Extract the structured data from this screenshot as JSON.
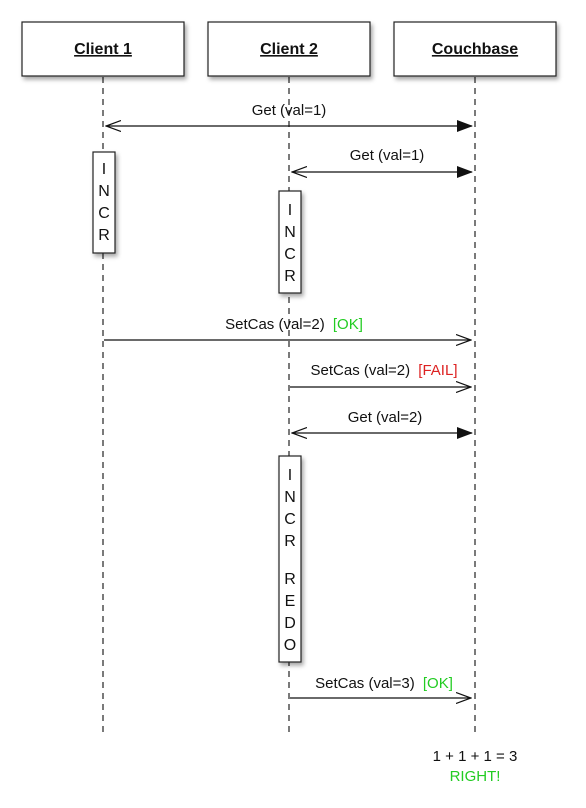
{
  "actors": [
    {
      "label": "Client 1"
    },
    {
      "label": "Client 2"
    },
    {
      "label": "Couchbase"
    }
  ],
  "activations": [
    {
      "letters": [
        "I",
        "N",
        "C",
        "R"
      ]
    },
    {
      "letters": [
        "I",
        "N",
        "C",
        "R"
      ]
    },
    {
      "letters": [
        "I",
        "N",
        "C",
        "R",
        "",
        "R",
        "E",
        "D",
        "O"
      ]
    }
  ],
  "messages": [
    {
      "text": "Get (val=1)",
      "tag": ""
    },
    {
      "text": "Get (val=1)",
      "tag": ""
    },
    {
      "text": "SetCas (val=2)",
      "tag": "[OK]"
    },
    {
      "text": "SetCas (val=2)",
      "tag": "[FAIL]"
    },
    {
      "text": "Get (val=2)",
      "tag": ""
    },
    {
      "text": "SetCas (val=3)",
      "tag": "[OK]"
    }
  ],
  "result": {
    "equation": "1 + 1 + 1 = 3",
    "verdict": "RIGHT!"
  },
  "colors": {
    "ok": "#22cc22",
    "fail": "#dd2222",
    "right": "#22cc22",
    "ink": "#111111"
  }
}
